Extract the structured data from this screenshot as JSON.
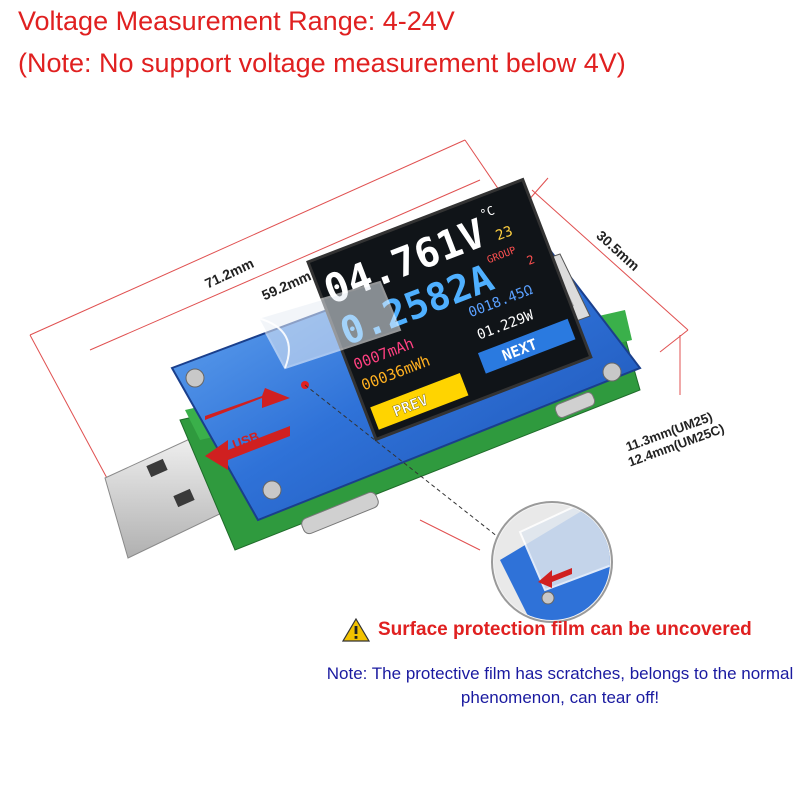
{
  "header": {
    "line1": "Voltage Measurement Range: 4-24V",
    "line2": "(Note: No support voltage measurement below 4V)"
  },
  "dimensions": {
    "total_length": "71.2mm",
    "body_length": "59.2mm",
    "width": "30.5mm",
    "height_um25": "11.3mm(UM25)",
    "height_um25c": "12.4mm(UM25C)"
  },
  "screen": {
    "voltage": "04.761V",
    "current": "0.2582A",
    "temp_unit": "°C",
    "temp": "23",
    "group_label": "GROUP",
    "group": "2",
    "capacity_mah": "0007mAh",
    "energy_mwh": "00036mWh",
    "resistance": "0018.45Ω",
    "power": "01.229W",
    "next_button": "NEXT",
    "prev_button": "PREV"
  },
  "device": {
    "usb_logo": "USB"
  },
  "notice": {
    "warning": "Surface protection film can be uncovered",
    "note": "Note: The protective film has scratches, belongs to the normal phenomenon, can tear off!"
  },
  "colors": {
    "header_red": "#e02020",
    "note_blue": "#1a1aa0",
    "device_blue": "#2f72d8",
    "pcb_green": "#2f9a3e",
    "dimension_line": "#e05050"
  }
}
